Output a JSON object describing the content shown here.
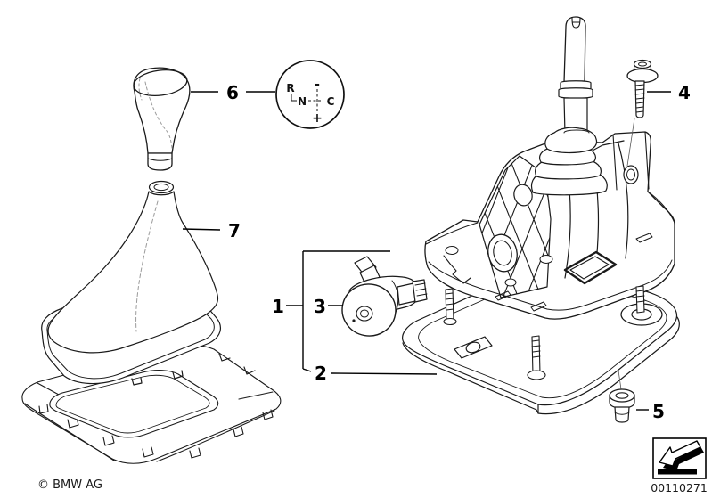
{
  "footer": {
    "copyright": "© BMW AG",
    "part_number": "00110271"
  },
  "callouts": [
    {
      "label": "1"
    },
    {
      "label": "2"
    },
    {
      "label": "3"
    },
    {
      "label": "4"
    },
    {
      "label": "5"
    },
    {
      "label": "6"
    },
    {
      "label": "7"
    }
  ],
  "shift_pattern": {
    "r": "R",
    "n": "N",
    "c": "C",
    "minus": "-",
    "plus": "+"
  },
  "colors": {
    "line": "#1a1a1a",
    "background": "#ffffff",
    "accent_black": "#000000"
  }
}
